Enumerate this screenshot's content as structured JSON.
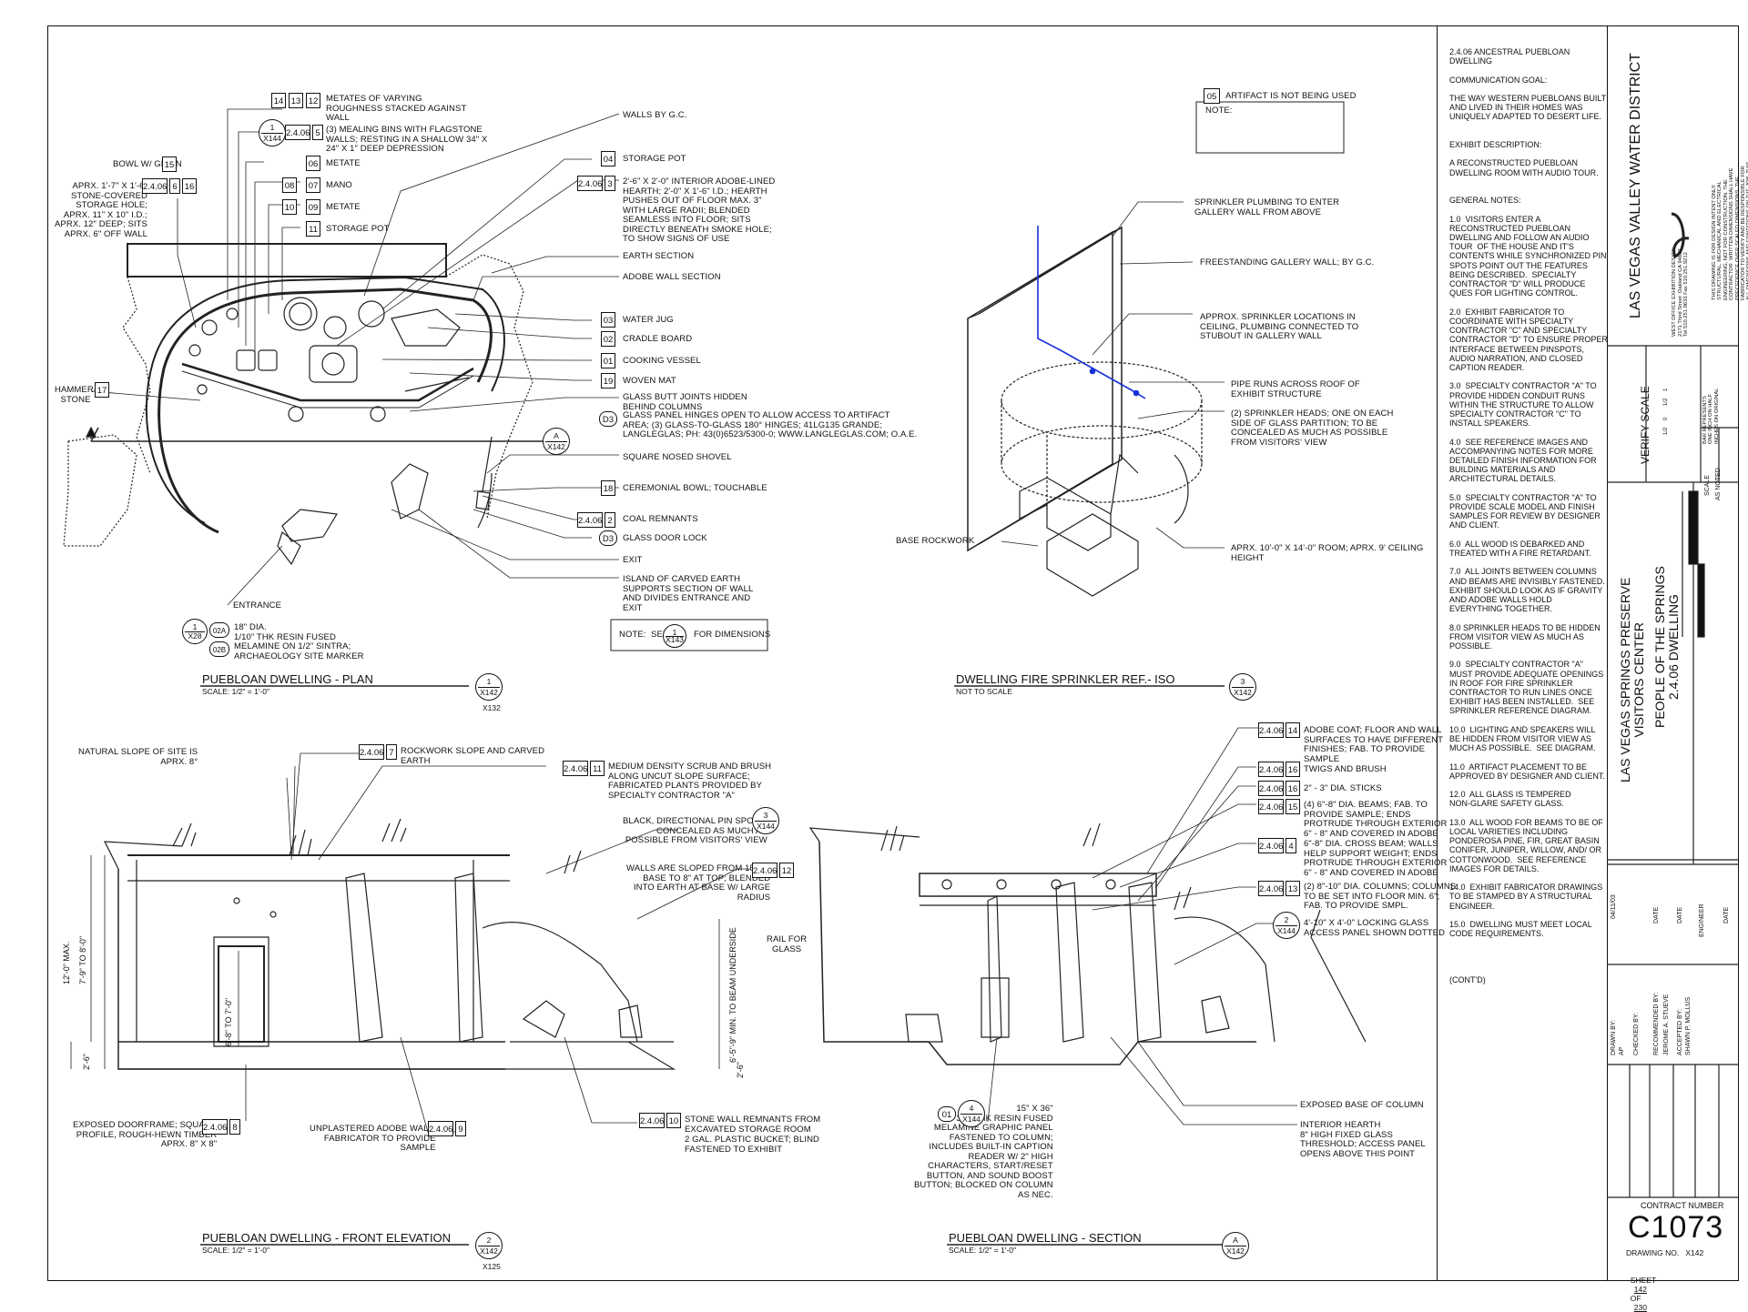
{
  "plan": {
    "title": "PUEBLOAN DWELLING - PLAN",
    "scale": "SCALE: 1/2\" = 1'-0\"",
    "ref_num": "1",
    "ref_sheet": "X142",
    "ref_extra": "X132",
    "labels": {
      "walls_gc": "WALLS BY G.C.",
      "metates": "METATES OF VARYING\nROUGHNESS STACKED AGAINST\nWALL",
      "mealing": "(3) MEALING BINS WITH FLAGSTONE\nWALLS; RESTING IN A SHALLOW 34\" X\n24\" X 1\" DEEP DEPRESSION",
      "metate": "METATE",
      "mano": "MANO",
      "metate2": "METATE",
      "storage_pot_left": "STORAGE POT",
      "bowl_grain": "BOWL W/ GRAIN",
      "storage_hole": "APRX. 1'-7\" X 1'-6\"\nSTONE-COVERED\nSTORAGE HOLE;\nAPRX. 11\" X 10\" I.D.;\nAPRX. 12\" DEEP; SITS\nAPRX. 6\" OFF WALL",
      "storage_pot": "STORAGE POT",
      "hearth": "2'-6\" X 2'-0\" INTERIOR ADOBE-LINED\nHEARTH; 2'-0\" X 1'-6\" I.D.; HEARTH\nPUSHES OUT OF FLOOR MAX. 3\"\nWITH LARGE RADII; BLENDED\nSEAMLESS INTO FLOOR; SITS\nDIRECTLY BENEATH SMOKE HOLE;\nTO SHOW SIGNS OF USE",
      "earth_section": "EARTH SECTION",
      "adobe_wall_section": "ADOBE WALL SECTION",
      "water_jug": "WATER JUG",
      "cradle_board": "CRADLE BOARD",
      "cooking_vessel": "COOKING VESSEL",
      "woven_mat": "WOVEN MAT",
      "glass_joints": "GLASS BUTT JOINTS HIDDEN\nBEHIND COLUMNS",
      "glass_panel": "GLASS PANEL HINGES OPEN TO ALLOW ACCESS TO ARTIFACT\nAREA; (3) GLASS-TO-GLASS 180° HINGES; 41LG135 GRANDE;\nLANGLEGLAS; PH: 43(0)6523/5300-0; WWW.LANGLEGLAS.COM; O.A.E.",
      "hammerstone": "HAMMER-\nSTONE",
      "shovel": "SQUARE NOSED SHOVEL",
      "ceremonial_bowl": "CEREMONIAL BOWL; TOUCHABLE",
      "coal": "COAL REMNANTS",
      "glass_door_lock": "GLASS DOOR LOCK",
      "exit": "EXIT",
      "island": "ISLAND OF CARVED EARTH\nSUPPORTS SECTION OF WALL\nAND DIVIDES ENTRANCE AND\nEXIT",
      "entrance": "ENTRANCE",
      "marker": "18\" DIA.\n1/10\" THK RESIN FUSED\nMELAMINE ON 1/2\" SINTRA;\nARCHAEOLOGY SITE MARKER",
      "note_see": "NOTE:  SEE",
      "for_dimensions": "FOR DIMENSIONS"
    },
    "keys": {
      "k14": "14",
      "k13": "13",
      "k12": "12",
      "k2406": "2.4.06",
      "k5": "5",
      "k06": "06",
      "k08": "08",
      "k07": "07",
      "k10": "10",
      "k09": "09",
      "k11": "11",
      "k15": "15",
      "k6": "6",
      "k16": "16",
      "k04": "04",
      "k3": "3",
      "k03": "03",
      "k02": "02",
      "k01": "01",
      "k19": "19",
      "kD3": "D3",
      "k17": "17",
      "k18": "18",
      "k2": "2",
      "kD3b": "D3",
      "k02A": "02A",
      "k02B": "02B",
      "kA": "A",
      "kX142": "X142",
      "kX144": "X144",
      "kX28": "X28",
      "kX143": "X143",
      "k1": "1"
    }
  },
  "note_box": {
    "title": "NOTE:",
    "key": "05",
    "text": "ARTIFACT IS NOT BEING USED"
  },
  "iso": {
    "title": "DWELLING FIRE SPRINKLER REF.- ISO",
    "scale": "NOT TO SCALE",
    "ref_num": "3",
    "ref_sheet": "X142",
    "labels": {
      "plumbing": "SPRINKLER PLUMBING TO ENTER\nGALLERY WALL FROM ABOVE",
      "gallery_wall": "FREESTANDING GALLERY WALL; BY G.C.",
      "locations": "APPROX. SPRINKLER LOCATIONS IN\nCEILING, PLUMBING CONNECTED TO\nSTUBOUT IN GALLERY WALL",
      "pipe": "PIPE RUNS ACROSS ROOF OF\nEXHIBIT STRUCTURE",
      "heads": "(2) SPRINKLER HEADS; ONE ON EACH\nSIDE OF GLASS PARTITION; TO BE\nCONCEALED AS MUCH AS POSSIBLE\nFROM VISITORS' VIEW",
      "base_rock": "BASE ROCKWORK",
      "room": "APRX. 10'-0\" X 14'-0\" ROOM; APRX. 9' CEILING\nHEIGHT"
    }
  },
  "front": {
    "title": "PUEBLOAN DWELLING - FRONT ELEVATION",
    "scale": "SCALE: 1/2\" = 1'-0\"",
    "ref_num": "2",
    "ref_sheet": "X142",
    "ref_extra": "X125",
    "labels": {
      "slope": "NATURAL SLOPE OF SITE IS\nAPRX. 8°",
      "rockwork": "ROCKWORK SLOPE AND CARVED\nEARTH",
      "scrub": "MEDIUM DENSITY SCRUB AND BRUSH\nALONG UNCUT SLOPE SURFACE;\nFABRICATED PLANTS PROVIDED BY\nSPECIALTY CONTRACTOR \"A\"",
      "pin_spots": "BLACK, DIRECTIONAL PIN SPOTS;\nCONCEALED AS MUCH AS\nPOSSIBLE FROM VISITORS' VIEW",
      "walls_sloped": "WALLS ARE SLOPED FROM 15\" AT\nBASE TO 8\" AT TOP; BLENDED\nINTO EARTH AT BASE W/ LARGE\nRADIUS",
      "rail": "RAIL FOR\nGLASS",
      "max12": "12'-0\" MAX.",
      "h79": "7'-9\" TO 8'-0\"",
      "h68": "6'-8\" TO 7'-0\"",
      "h26": "2'-6\"",
      "h59": "6'-5\"-9\" MIN. TO BEAM UNDERSIDE",
      "h26b": "2'-6\"",
      "doorframe": "EXPOSED DOORFRAME; SQUARE\nPROFILE, ROUGH-HEWN TIMBER\nAPRX. 8\" X 8\"",
      "unplastered": "UNPLASTERED ADOBE WALL;\nFABRICATOR TO PROVIDE\nSAMPLE",
      "stone_wall": "STONE WALL REMNANTS FROM\nEXCAVATED STORAGE ROOM",
      "bucket": "2 GAL. PLASTIC BUCKET; BLIND\nFASTENED TO EXHIBIT"
    },
    "keys": {
      "k7": "7",
      "k11": "11",
      "k12": "12",
      "k8": "8",
      "k9": "9",
      "k10": "10",
      "k2406": "2.4.06",
      "k3": "3",
      "kX144": "X144"
    }
  },
  "section": {
    "title": "PUEBLOAN DWELLING - SECTION",
    "scale": "SCALE: 1/2\" = 1'-0\"",
    "ref_num": "A",
    "ref_sheet": "X142",
    "labels": {
      "adobe_coat": "ADOBE COAT; FLOOR AND WALL\nSURFACES TO HAVE DIFFERENT\nFINISHES; FAB. TO PROVIDE\nSAMPLE",
      "twigs": "TWIGS AND BRUSH",
      "sticks": "2\" - 3\" DIA. STICKS",
      "beams": "(4) 6\"-8\" DIA. BEAMS; FAB. TO\nPROVIDE SAMPLE; ENDS\nPROTRUDE THROUGH EXTERIOR\n6\" - 8\" AND COVERED IN ADOBE",
      "cross_beam": "6\"-8\" DIA. CROSS BEAM; WALLS\nHELP SUPPORT WEIGHT; ENDS\nPROTRUDE THROUGH EXTERIOR\n6\" - 8\" AND COVERED IN ADOBE",
      "columns": "(2) 8\"-10\" DIA. COLUMNS; COLUMNS\nTO BE SET INTO FLOOR MIN. 6\";\nFAB. TO PROVIDE SMPL.",
      "locking": "4'-10\" X 4'-0\" LOCKING GLASS\nACCESS PANEL SHOWN DOTTED",
      "graphic": "15\" X 36\"\n3/4\" THK RESIN FUSED\nMELAMINE GRAPHIC PANEL\nFASTENED TO COLUMN;\nINCLUDES BUILT-IN CAPTION\nREADER W/ 2\" HIGH\nCHARACTERS, START/RESET\nBUTTON, AND SOUND BOOST\nBUTTON; BLOCKED ON COLUMN\nAS NEC.",
      "exposed_base": "EXPOSED BASE OF COLUMN",
      "interior_hearth": "INTERIOR HEARTH\n8\" HIGH FIXED GLASS\nTHRESHOLD; ACCESS PANEL\nOPENS ABOVE THIS POINT"
    },
    "keys": {
      "k14": "14",
      "k16a": "16",
      "k16b": "16",
      "k15": "15",
      "k4": "4",
      "k13": "13",
      "k2406": "2.4.06",
      "k2": "2",
      "kX144": "X144",
      "k01": "01",
      "k4b": "4",
      "kX144b": "X144"
    }
  },
  "notes": {
    "text": "2.4.06 ANCESTRAL PUEBLOAN\nDWELLING\n\nCOMMUNICATION GOAL:\n\nTHE WAY WESTERN PUEBLOANS BUILT\nAND LIVED IN THEIR HOMES WAS\nUNIQUELY ADAPTED TO DESERT LIFE.\n\n\nEXHIBIT DESCRIPTION:\n\nA RECONSTRUCTED PUEBLOAN\nDWELLING ROOM WITH AUDIO TOUR.\n\n\nGENERAL NOTES:\n\n1.0  VISITORS ENTER A\nRECONSTRUCTED PUEBLOAN\nDWELLING AND FOLLOW AN AUDIO\nTOUR  OF THE HOUSE AND IT'S\nCONTENTS WHILE SYNCHRONIZED PIN\nSPOTS POINT OUT THE FEATURES\nBEING DESCRIBED.  SPECIALTY\nCONTRACTOR \"D\" WILL PRODUCE\nQUES FOR LIGHTING CONTROL.\n\n2.0  EXHIBIT FABRICATOR TO\nCOORDINATE WITH SPECIALTY\nCONTRACTOR \"C\" AND SPECIALTY\nCONTRACTOR \"D\" TO ENSURE PROPER\nINTERFACE BETWEEN PINSPOTS,\nAUDIO NARRATION, AND CLOSED\nCAPTION READER.\n\n3.0  SPECIALTY CONTRACTOR \"A\" TO\nPROVIDE HIDDEN CONDUIT RUNS\nWITHIN THE STRUCTURE TO ALLOW\nSPECIALTY CONTRACTOR \"C\" TO\nINSTALL SPEAKERS.\n\n4.0  SEE REFERENCE IMAGES AND\nACCOMPANYING NOTES FOR MORE\nDETAILED FINISH INFORMATION FOR\nBUILDING MATERIALS AND\nARCHITECTURAL DETAILS.\n\n5.0  SPECIALTY CONTRACTOR \"A\" TO\nPROVIDE SCALE MODEL AND FINISH\nSAMPLES FOR REVIEW BY DESIGNER\nAND CLIENT.\n\n6.0  ALL WOOD IS DEBARKED AND\nTREATED WITH A FIRE RETARDANT.\n\n7.0  ALL JOINTS BETWEEN COLUMNS\nAND BEAMS ARE INVISIBLY FASTENED.\nEXHIBIT SHOULD LOOK AS IF GRAVITY\nAND ADOBE WALLS HOLD\nEVERYTHING TOGETHER.\n\n8.0 SPRINKLER HEADS TO BE HIDDEN\nFROM VISITOR VIEW AS MUCH AS\nPOSSIBLE.\n\n9.0  SPECIALTY CONTRACTOR \"A\"\nMUST PROVIDE ADEQUATE OPENINGS\nIN ROOF FOR FIRE SPRINKLER\nCONTRACTOR TO RUN LINES ONCE\nEXHIBIT HAS BEEN INSTALLED.  SEE\nSPRINKLER REFERENCE DIAGRAM.\n\n10.0  LIGHTING AND SPEAKERS WILL\nBE HIDDEN FROM VISITOR VIEW AS\nMUCH AS POSSIBLE.  SEE DIAGRAM.\n\n11.0  ARTIFACT PLACEMENT TO BE\nAPPROVED BY DESIGNER AND CLIENT.\n\n12.0  ALL GLASS IS TEMPERED\nNON-GLARE SAFETY GLASS.\n\n13.0  ALL WOOD FOR BEAMS TO BE OF\nLOCAL VARIETIES INCLUDING\nPONDEROSA PINE, FIR, GREAT BASIN\nCONIFER, JUNIPER, WILLOW, AND/ OR\nCOTTONWOOD.  SEE REFERENCE\nIMAGES FOR DETAILS.\n\n14.0  EXHIBIT FABRICATOR DRAWINGS\nTO BE STAMPED BY A STRUCTURAL\nENGINEER.\n\n15.0  DWELLING MUST MEET LOCAL\nCODE REQUIREMENTS.\n\n\n\n\n(CONT'D)"
  },
  "titleblock": {
    "client": "LAS VEGAS VALLEY WATER DISTRICT",
    "disclaimer": "THIS DRAWING IS FOR DESIGN INTENT ONLY.\nSTRUCTURAL, MECHANICAL AND ELECTRICAL\nENGINEERING, NOT FOR CONSTRUCTION. THE\nCONTRACTOR  WRITTEN DIMENSIONS SHALL HAVE\nPRECEDENCE OVER SCALED DIMENSIONS. THE\nFABRICATOR TO VERIFY AND BE RESPONSIBLE FOR\nALL DIMENSIONS AND CONDITIONS ON THE JOB. THIS\nDRAWING, ALONG WITH THE GENERAL EXHIBIT\nSPECIFICATIONS, ARE PART OF THE CONTRACT\nDOCUMENTS FOR FABRICATION OF EXHIBIT",
    "office": "WEST OFFICE EXHIBITION DESIGN\n2171 Third Street  Oakland CA 94607\nTel 510.251.9633 Fax 510.251.9212",
    "verify_scale": "VERIFY SCALE",
    "bar_note": "BAR REPRESENTS\nONE INCH ON HALF\nINCHES ON ORIGINAL",
    "bar_ticks": [
      "1/2",
      "0",
      "1/2",
      "1"
    ],
    "scale_label": "SCALE",
    "scale_val": "AS NOTED",
    "project": "LAS VEGAS SPRINGS PRESERVE\nVISITORS CENTER",
    "exhibit": "PEOPLE OF THE SPRINGS\n2.4.06 DWELLING",
    "drawn_by": "DRAWN BY:",
    "drawn_val": "AP",
    "checked_by": "CHECKED BY:",
    "recommended_by": "RECOMMENDED BY:",
    "recommended_val": "JEROME A. STUEVE",
    "accepted_by": "ACCEPTED BY:",
    "accepted_val": "SHAWN P. MOLLUS",
    "date1": "04/11/03",
    "date": "DATE",
    "engineer": "ENGINEER",
    "contract_label": "CONTRACT NUMBER",
    "contract_no": "C1073",
    "drawing_no": "DRAWING NO.   X142",
    "sheet": "SHEET",
    "sheet_no": "142",
    "of": "OF",
    "sheet_total": "230"
  }
}
